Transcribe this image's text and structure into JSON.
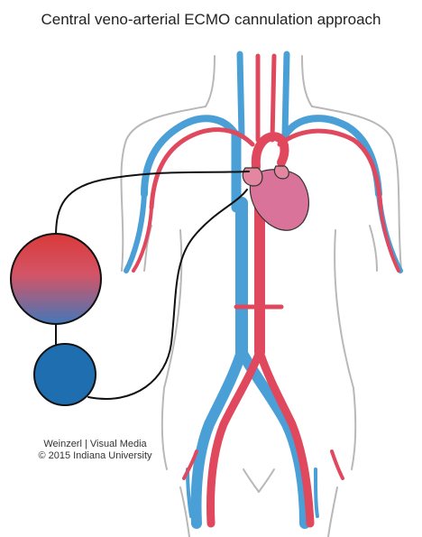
{
  "title": "Central veno-arterial ECMO cannulation approach",
  "credit": {
    "line1": "Weinzerl | Visual Media",
    "line2": "© 2015 Indiana University"
  },
  "colors": {
    "artery": "#e0485e",
    "vein": "#4a9fd6",
    "heart": "#d9739a",
    "pump_top": "#d93a3a",
    "pump_bottom": "#4477b8",
    "oxygenator": "#1f6fb0",
    "tubing": "#111111",
    "body_outline": "#b8b8b8"
  }
}
